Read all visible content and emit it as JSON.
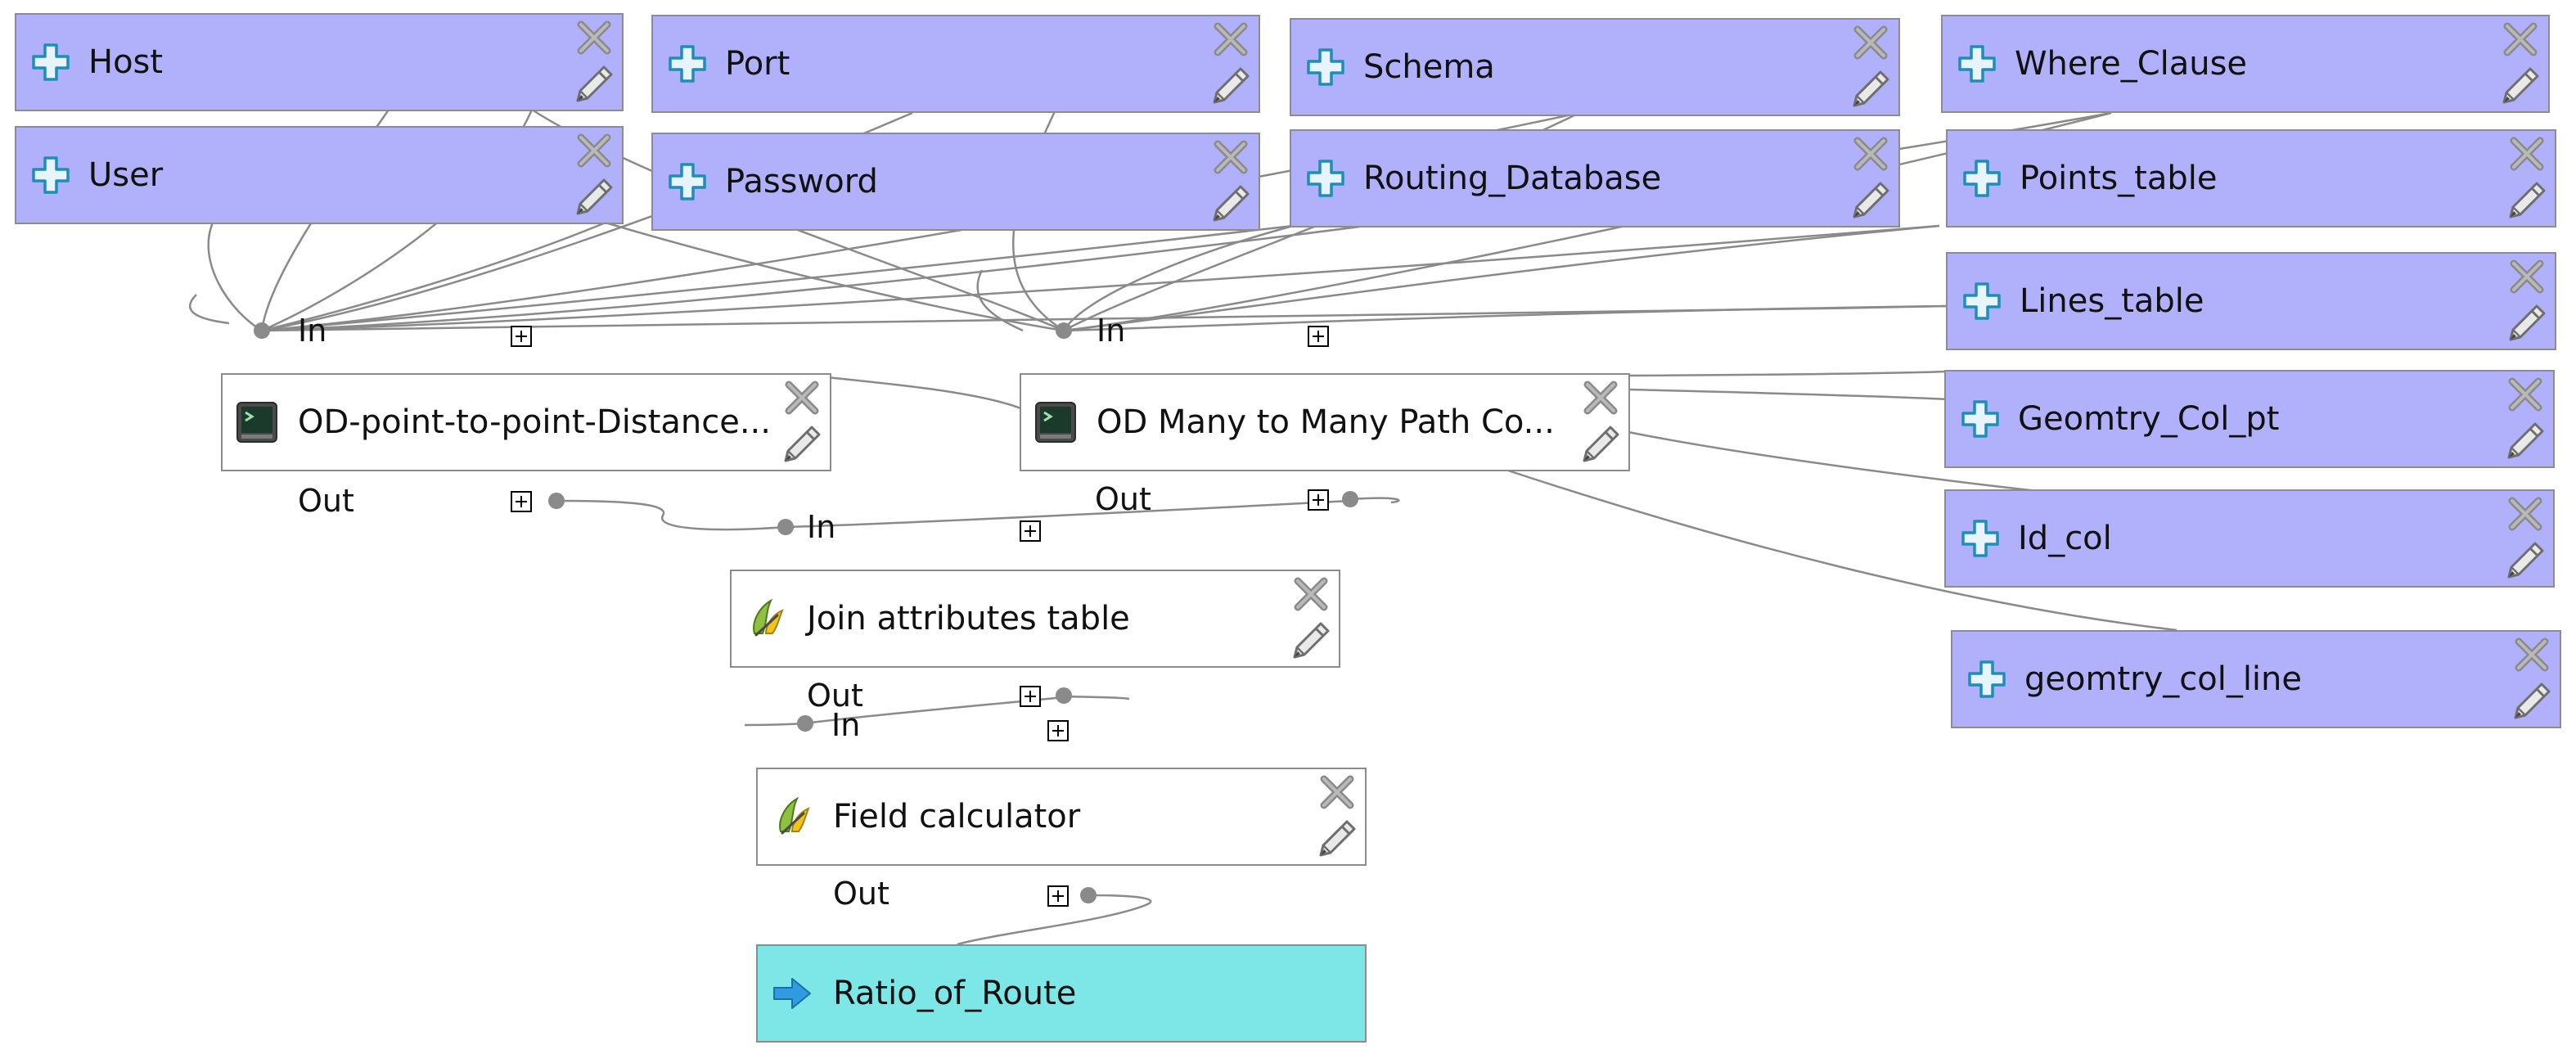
{
  "colors": {
    "input_fill": "#b0b0fb",
    "algorithm_fill": "#ffffff",
    "output_fill": "#7de7e7",
    "node_border": "#8c8c8c",
    "wire": "#888888",
    "plus_icon": "#1d8eb8",
    "arrow_icon": "#2f9be0"
  },
  "inputs": {
    "host": {
      "label": "Host",
      "icon": "plus-icon"
    },
    "port": {
      "label": "Port",
      "icon": "plus-icon"
    },
    "schema": {
      "label": "Schema",
      "icon": "plus-icon"
    },
    "where_clause": {
      "label": "Where_Clause",
      "icon": "plus-icon"
    },
    "user": {
      "label": "User",
      "icon": "plus-icon"
    },
    "password": {
      "label": "Password",
      "icon": "plus-icon"
    },
    "routing_database": {
      "label": "Routing_Database",
      "icon": "plus-icon"
    },
    "points_table": {
      "label": "Points_table",
      "icon": "plus-icon"
    },
    "lines_table": {
      "label": "Lines_table",
      "icon": "plus-icon"
    },
    "geomtry_col_pt": {
      "label": "Geomtry_Col_pt",
      "icon": "plus-icon"
    },
    "id_col": {
      "label": "Id_col",
      "icon": "plus-icon"
    },
    "geomtry_col_line": {
      "label": "geomtry_col_line",
      "icon": "plus-icon"
    }
  },
  "algorithms": {
    "od_point": {
      "label": "OD-point-to-point-Distance...",
      "icon": "terminal-icon",
      "in": "In",
      "out": "Out"
    },
    "od_many": {
      "label": "OD Many to Many Path Co...",
      "icon": "terminal-icon",
      "in": "In",
      "out": "Out"
    },
    "join": {
      "label": "Join attributes table",
      "icon": "qgis-icon",
      "in": "In",
      "out": "Out"
    },
    "field_calc": {
      "label": "Field calculator",
      "icon": "qgis-icon",
      "in": "In",
      "out": "Out"
    }
  },
  "outputs": {
    "ratio": {
      "label": "Ratio_of_Route",
      "icon": "arrow-right-icon"
    }
  }
}
